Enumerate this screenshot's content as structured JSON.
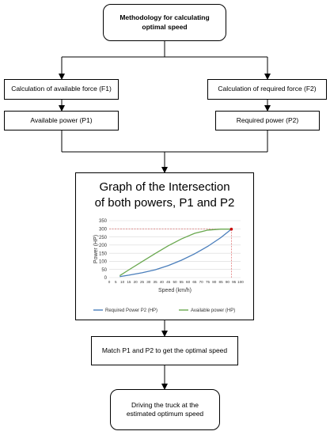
{
  "start": {
    "line1": "Methodology for calculating",
    "line2": "optimal speed"
  },
  "calc_available": "Calculation of available force (F1)",
  "calc_required": "Calculation of required force (F2)",
  "available_power": "Available power (P1)",
  "required_power": "Required power (P2)",
  "graph": {
    "line1": "Graph of the Intersection",
    "line2": "of both powers, P1 and P2"
  },
  "match": "Match P1 and P2 to get the optimal speed",
  "end": {
    "line1": "Driving the truck at the",
    "line2": "estimated optimum speed"
  },
  "chart_data": {
    "type": "line",
    "title": "",
    "xlabel": "Speed (km/h)",
    "ylabel": "Power (HP)",
    "xlim": [
      0,
      100
    ],
    "ylim": [
      0,
      350
    ],
    "xticks": [
      0,
      5,
      10,
      15,
      20,
      25,
      30,
      35,
      40,
      45,
      50,
      55,
      60,
      65,
      70,
      75,
      80,
      85,
      90,
      95,
      100
    ],
    "yticks": [
      0,
      50,
      100,
      150,
      200,
      250,
      300,
      350
    ],
    "legend_position": "bottom",
    "intersection": {
      "x": 93,
      "y": 298
    },
    "series": [
      {
        "name": "Required Power P2 (HP)",
        "color": "#4a7ebb",
        "x": [
          8,
          15,
          25,
          35,
          45,
          55,
          65,
          75,
          85,
          93
        ],
        "y": [
          6,
          15,
          30,
          48,
          74,
          107,
          146,
          192,
          246,
          298
        ]
      },
      {
        "name": "Available power (HP)",
        "color": "#6aa84f",
        "x": [
          8,
          15,
          25,
          35,
          45,
          55,
          65,
          75,
          85,
          93
        ],
        "y": [
          12,
          48,
          98,
          148,
          196,
          238,
          272,
          292,
          298,
          298
        ]
      }
    ]
  }
}
